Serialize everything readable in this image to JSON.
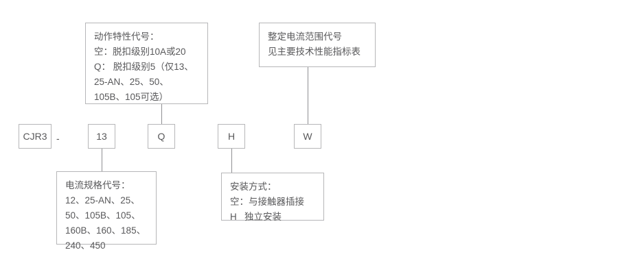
{
  "diagram": {
    "title": "CJR3 型号含义说明图",
    "line_color": "#8f8f92",
    "border_color": "#b6b6b8",
    "text_color": "#58585a"
  },
  "notes": {
    "action_characteristic": {
      "label": "动作特性代号",
      "text": "动作特性代号：\n空：脱扣级别10A或20\nQ： 脱扣级别5（仅13、25-AN、25、50、105B、105可选）"
    },
    "setting_current_range": {
      "label": "整定电流范围代号",
      "text": "整定电流范围代号\n见主要技术性能指标表"
    },
    "current_spec": {
      "label": "电流规格代号",
      "text": "电流规格代号：\n12、25-AN、25、50、105B、105、160B、160、185、240、450"
    },
    "mounting_method": {
      "label": "安装方式",
      "text": "安装方式：\n空：与接触器插接\nH   独立安装"
    }
  },
  "model_code": {
    "separator": "-",
    "segments": [
      {
        "id": "series",
        "value": "CJR3"
      },
      {
        "id": "current-rating",
        "value": "13"
      },
      {
        "id": "action-characteristic",
        "value": "Q"
      },
      {
        "id": "mounting",
        "value": "H"
      },
      {
        "id": "setting-range",
        "value": "W"
      }
    ]
  }
}
